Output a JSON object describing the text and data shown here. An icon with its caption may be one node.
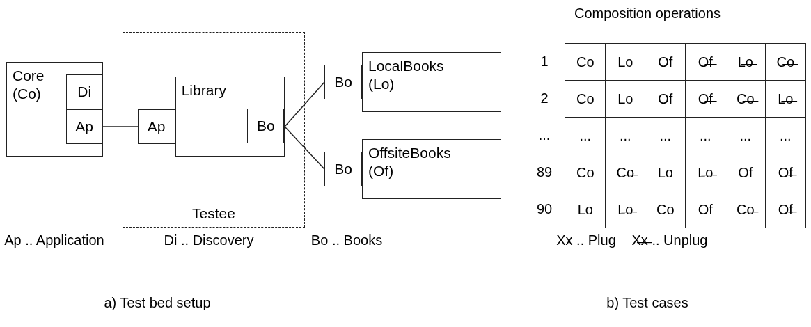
{
  "diagram": {
    "nodes": [
      {
        "text": [
          "Core (Co)"
        ]
      },
      {
        "text": [
          "Di"
        ],
        "in": 0
      },
      {
        "text": [
          "Ap"
        ],
        "in": 0
      },
      {
        "text": [
          "Testee"
        ]
      },
      {
        "text": [
          "Ap"
        ],
        "in": 3
      },
      {
        "text": [
          "Library"
        ],
        "in": 3
      },
      {
        "text": [
          "Bo"
        ],
        "in": 5
      },
      {
        "text": [
          "Bo"
        ]
      },
      {
        "text": [
          "LocalBooks (Lo)"
        ]
      },
      {
        "text": [
          "Bo"
        ]
      },
      {
        "text": [
          "OffsiteBooks (Of)"
        ]
      }
    ],
    "edges": [
      {
        "from": 2,
        "to": 4,
        "arrow": "none"
      },
      {
        "from": 6,
        "to": 7,
        "arrow": "none"
      },
      {
        "from": 6,
        "to": 9,
        "arrow": "none"
      }
    ],
    "labels": [
      "Composition operations",
      "1",
      "Co",
      "Lo",
      "Of",
      "O̶f̶",
      "L̶o̶",
      "C̶o̶",
      "2",
      "Co",
      "Lo",
      "Of",
      "O̶f̶",
      "C̶o̶",
      "L̶o̶",
      "...",
      "...",
      "...",
      "...",
      "...",
      "...",
      "...",
      "89",
      "Co",
      "C̶o̶",
      "Lo",
      "L̶o̶",
      "Of",
      "O̶f̶",
      "90",
      "Lo",
      "L̶o̶",
      "Co",
      "Of",
      "C̶o̶",
      "O̶f̶",
      "Ap .. Application",
      "Di .. Discovery",
      "Bo .. Books",
      "Xx .. Plug",
      "X̶x̶ .. Unplug",
      "a) Test bed setup",
      "b) Test cases"
    ]
  }
}
